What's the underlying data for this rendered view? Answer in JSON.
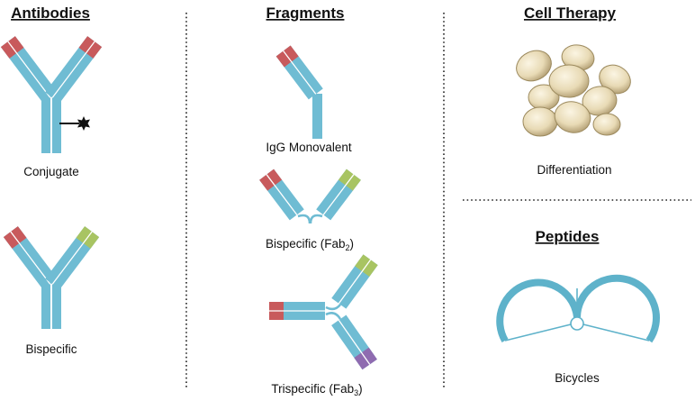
{
  "headers": {
    "antibodies": "Antibodies",
    "fragments": "Fragments",
    "cell_therapy": "Cell Therapy",
    "peptides": "Peptides"
  },
  "labels": {
    "conjugate": "Conjugate",
    "bispecific": "Bispecific",
    "igg_monovalent": "IgG Monovalent",
    "bispecific_fab2_main": "Bispecific (Fab",
    "bispecific_fab2_sub": "2",
    "bispecific_fab2_close": ")",
    "trispecific_fab3_main": "Trispecific (Fab",
    "trispecific_fab3_sub": "3",
    "trispecific_fab3_close": ")",
    "differentiation": "Differentiation",
    "bicycles": "Bicycles"
  },
  "colors": {
    "chain": "#6fbcd3",
    "variable_a": "#c85a5c",
    "variable_b": "#a8c462",
    "variable_c": "#8f6bb0",
    "cell": "#ecdfbc"
  }
}
